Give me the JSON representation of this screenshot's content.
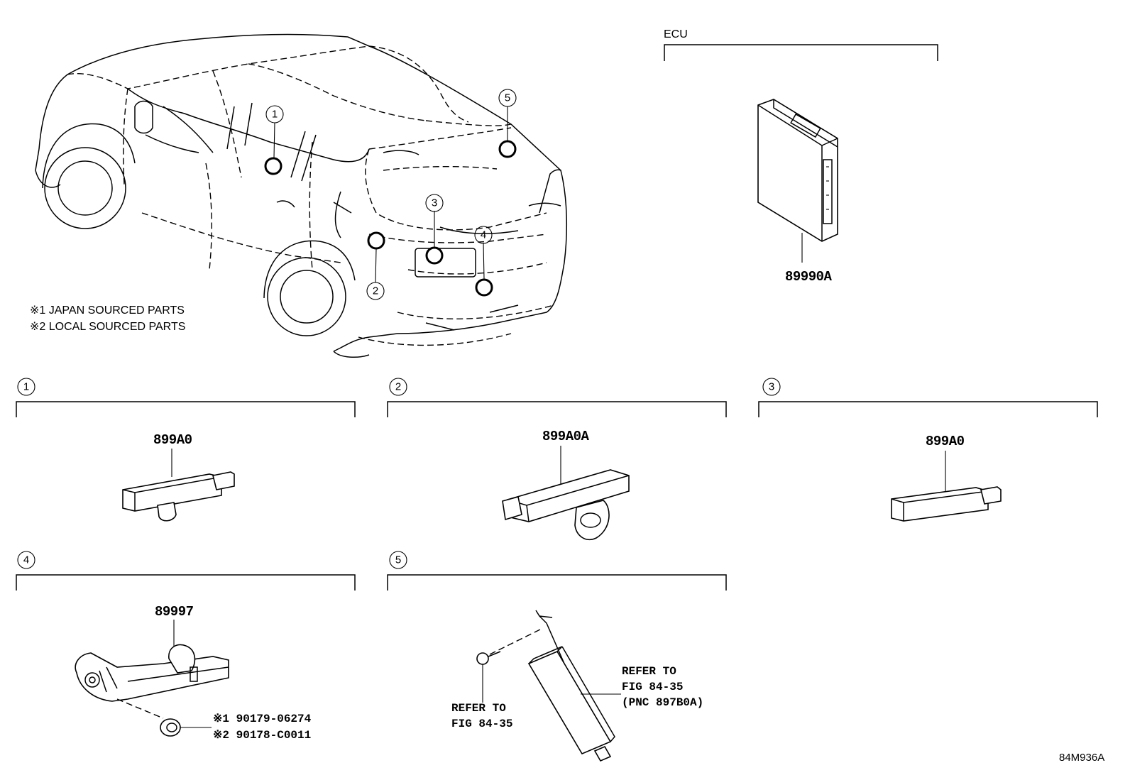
{
  "ecu_section": {
    "title": "ECU",
    "part_number": "89990A"
  },
  "notes": [
    "※1 JAPAN SOURCED PARTS",
    "※2 LOCAL SOURCED PARTS"
  ],
  "callouts": [
    "1",
    "2",
    "3",
    "4",
    "5"
  ],
  "section1": {
    "num": "1",
    "part_number": "899A0"
  },
  "section2": {
    "num": "2",
    "part_number": "899A0A"
  },
  "section3": {
    "num": "3",
    "part_number": "899A0"
  },
  "section4": {
    "num": "4",
    "part_number": "89997",
    "alt_part_1": "※1 90179-06274",
    "alt_part_2": "※2 90178-C0011"
  },
  "section5": {
    "num": "5",
    "refer_left": [
      "REFER TO",
      "FIG 84-35"
    ],
    "refer_right": [
      "REFER TO",
      "FIG 84-35",
      "(PNC 897B0A)"
    ]
  },
  "figure_code": "84M936A"
}
